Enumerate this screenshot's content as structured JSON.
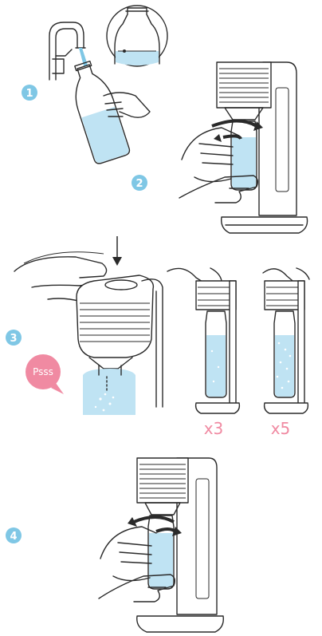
{
  "steps": [
    {
      "number": "1",
      "label": "1"
    },
    {
      "number": "2",
      "label": "2"
    },
    {
      "number": "3",
      "label": "3"
    },
    {
      "number": "4",
      "label": "4"
    }
  ],
  "sound_bubble": "Psss",
  "multipliers": {
    "light": "x3",
    "strong": "x5"
  },
  "colors": {
    "step_badge": "#7fc7e5",
    "water": "#bfe3f3",
    "accent_pink": "#f08aa2",
    "outline": "#2a2a2a"
  }
}
